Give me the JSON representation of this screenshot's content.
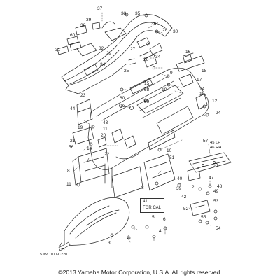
{
  "diagram": {
    "callouts": [
      "37",
      "33",
      "35",
      "39",
      "38",
      "36",
      "28",
      "30",
      "60",
      "31",
      "32",
      "29",
      "27",
      "34",
      "25",
      "26",
      "34",
      "16",
      "18",
      "18",
      "17",
      "14",
      "13",
      "9",
      "10",
      "15",
      "58",
      "59",
      "60",
      "12",
      "24",
      "23",
      "44",
      "43",
      "19",
      "11",
      "20",
      "21",
      "14",
      "56",
      "22",
      "10",
      "8",
      "7",
      "11",
      "41",
      "39",
      "42",
      "52",
      "53",
      "55",
      "54",
      "5",
      "6",
      "1",
      "2",
      "3",
      "4",
      "40",
      "45",
      "46",
      "47",
      "48",
      "49",
      "51",
      "57",
      "50",
      "2",
      "6"
    ],
    "rh_lh": {
      "l45": "45",
      "l45_side": "LH",
      "l46": "46",
      "l46_side": "RH"
    },
    "cal_box": {
      "number": "41",
      "text": "FOR CAL"
    },
    "diagram_code": "5JWD100-C220"
  },
  "footer": {
    "copyright": "©2013 Yamaha Motor Corporation, U.S.A. All rights reserved."
  }
}
